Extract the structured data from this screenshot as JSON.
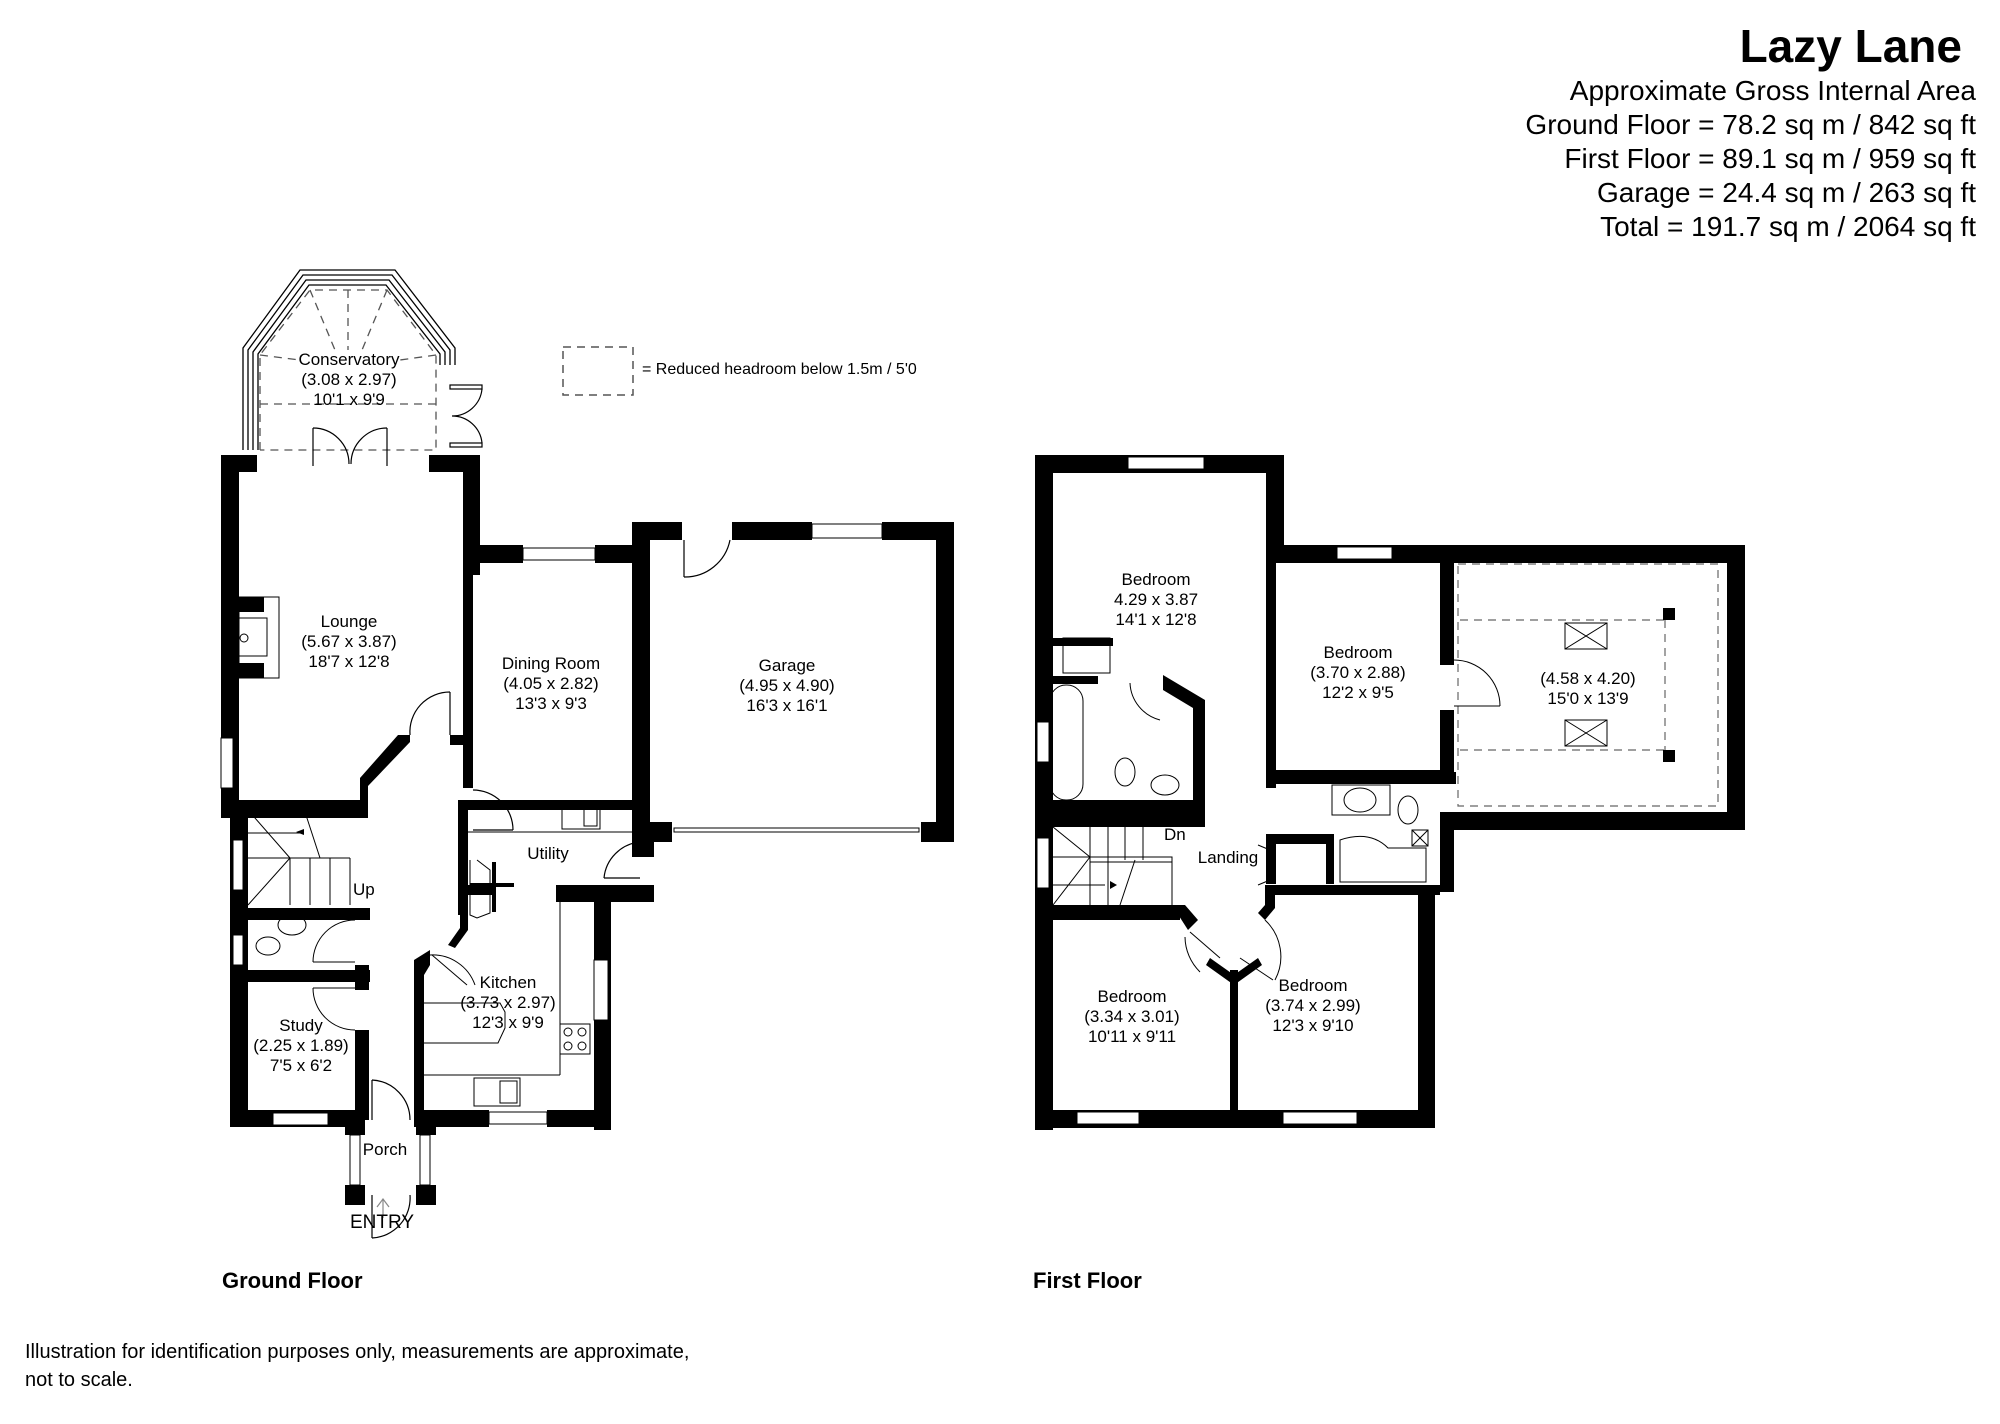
{
  "header": {
    "title": "Lazy Lane",
    "subtitle": "Approximate Gross Internal Area",
    "areas": [
      "Ground Floor = 78.2 sq m / 842 sq ft",
      "First Floor = 89.1 sq m / 959 sq ft",
      "Garage = 24.4 sq m / 263 sq ft",
      "Total = 191.7 sq m / 2064 sq ft"
    ]
  },
  "legend": {
    "symbol": "dashed-rectangle",
    "text": "= Reduced headroom below 1.5m / 5'0"
  },
  "ground_floor": {
    "label": "Ground Floor",
    "rooms": [
      {
        "name": "Conservatory",
        "metric": "(3.08 x 2.97)",
        "imperial": "10'1 x 9'9"
      },
      {
        "name": "Lounge",
        "metric": "(5.67 x 3.87)",
        "imperial": "18'7 x 12'8"
      },
      {
        "name": "Dining Room",
        "metric": "(4.05 x 2.82)",
        "imperial": "13'3 x 9'3"
      },
      {
        "name": "Garage",
        "metric": "(4.95 x 4.90)",
        "imperial": "16'3 x 16'1"
      },
      {
        "name": "Utility"
      },
      {
        "name": "Kitchen",
        "metric": "(3.73 x 2.97)",
        "imperial": "12'3 x 9'9"
      },
      {
        "name": "Study",
        "metric": "(2.25 x 1.89)",
        "imperial": "7'5 x 6'2"
      },
      {
        "name": "Porch"
      }
    ],
    "stairs_label": "Up",
    "entry_label": "ENTRY"
  },
  "first_floor": {
    "label": "First Floor",
    "rooms": [
      {
        "name": "Bedroom",
        "metric": "4.29 x 3.87",
        "imperial": "14'1 x 12'8"
      },
      {
        "name": "Bedroom",
        "metric": "(3.70 x 2.88)",
        "imperial": "12'2 x 9'5"
      },
      {
        "name": "",
        "metric": "(4.58 x 4.20)",
        "imperial": "15'0 x 13'9"
      },
      {
        "name": "Landing"
      },
      {
        "name": "Bedroom",
        "metric": "(3.34 x 3.01)",
        "imperial": "10'11 x 9'11"
      },
      {
        "name": "Bedroom",
        "metric": "(3.74 x 2.99)",
        "imperial": "12'3 x 9'10"
      }
    ],
    "stairs_label": "Dn"
  },
  "footer": {
    "line1": "Illustration for identification purposes only, measurements are approximate,",
    "line2": "not to scale."
  }
}
